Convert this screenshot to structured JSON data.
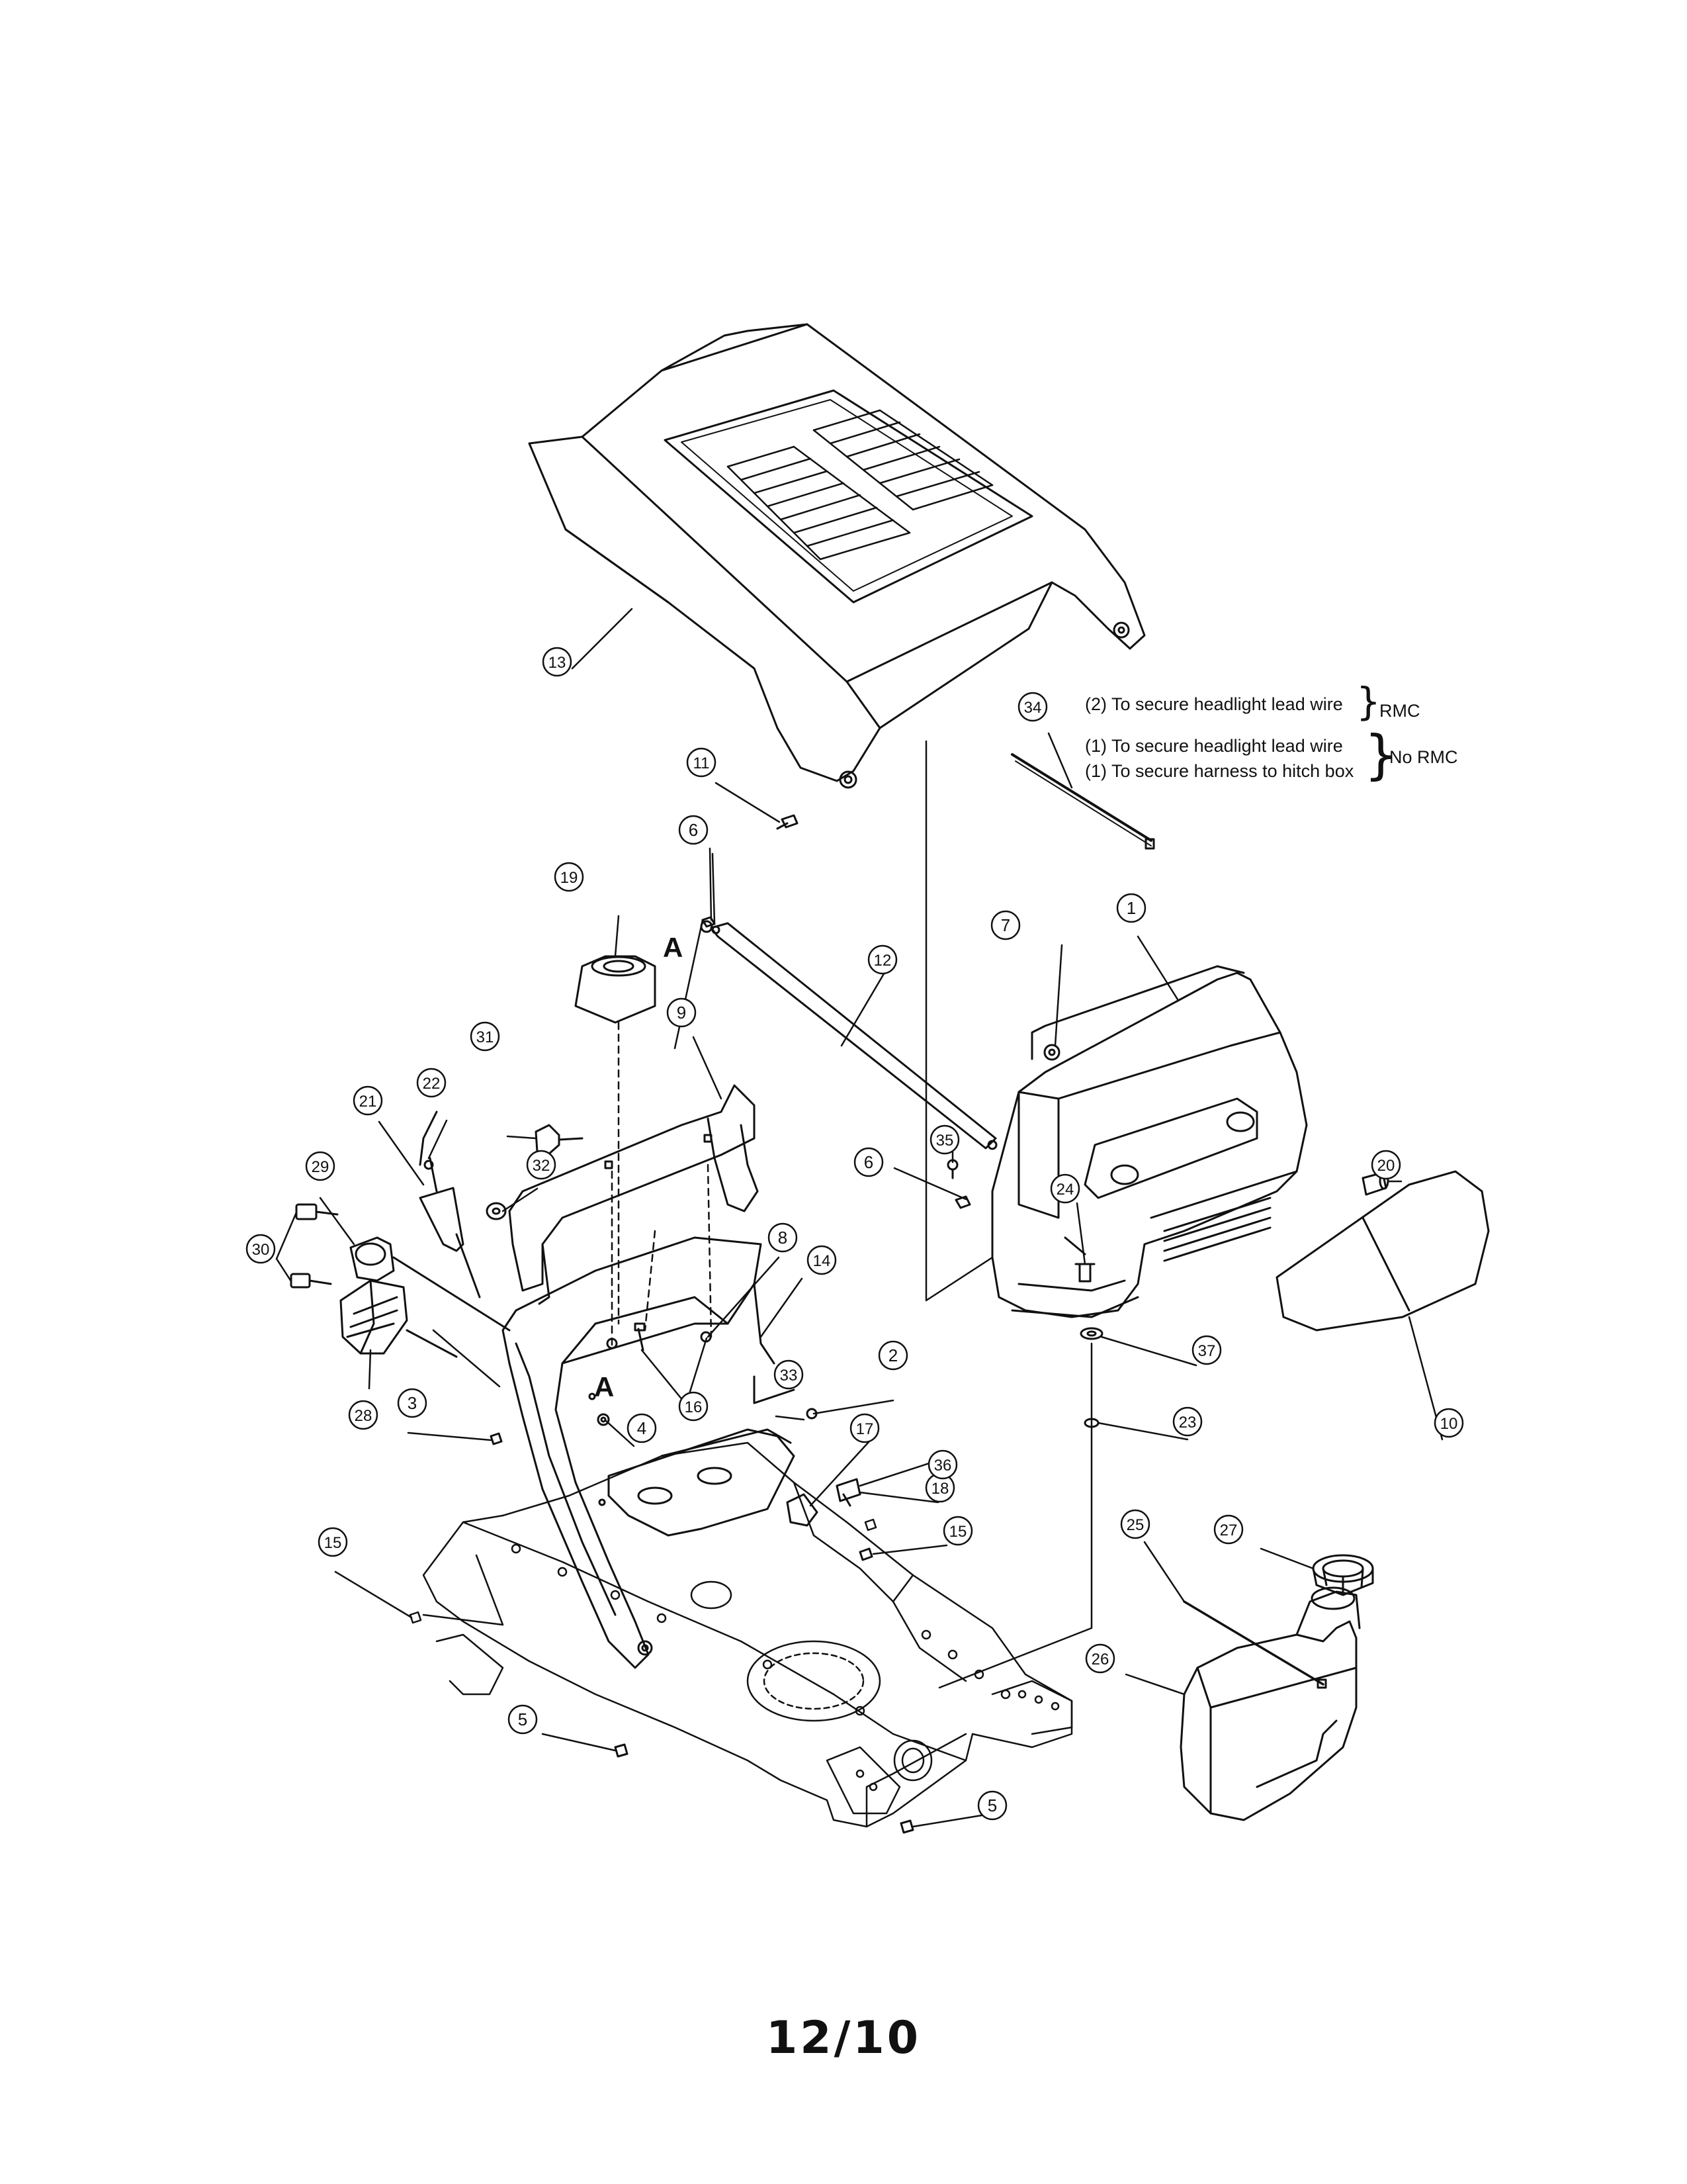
{
  "callouts": [
    {
      "label": "1"
    },
    {
      "label": "2"
    },
    {
      "label": "3"
    },
    {
      "label": "4"
    },
    {
      "label": "5"
    },
    {
      "label": "5"
    },
    {
      "label": "6"
    },
    {
      "label": "6"
    },
    {
      "label": "7"
    },
    {
      "label": "8"
    },
    {
      "label": "9"
    },
    {
      "label": "10"
    },
    {
      "label": "11"
    },
    {
      "label": "12"
    },
    {
      "label": "13"
    },
    {
      "label": "14"
    },
    {
      "label": "15"
    },
    {
      "label": "15"
    },
    {
      "label": "16"
    },
    {
      "label": "17"
    },
    {
      "label": "18"
    },
    {
      "label": "19"
    },
    {
      "label": "20"
    },
    {
      "label": "21"
    },
    {
      "label": "22"
    },
    {
      "label": "23"
    },
    {
      "label": "24"
    },
    {
      "label": "25"
    },
    {
      "label": "26"
    },
    {
      "label": "27"
    },
    {
      "label": "28"
    },
    {
      "label": "29"
    },
    {
      "label": "30"
    },
    {
      "label": "31"
    },
    {
      "label": "32"
    },
    {
      "label": "33"
    },
    {
      "label": "34"
    },
    {
      "label": "35"
    },
    {
      "label": "36"
    },
    {
      "label": "37"
    }
  ],
  "reference_marks": [
    "A",
    "A"
  ],
  "notes": {
    "rmc_line": "(2) To secure headlight lead wire",
    "rmc_tag": "RMC",
    "no_rmc_line_1": "(1) To secure headlight lead wire",
    "no_rmc_line_2": "(1) To secure harness to hitch box",
    "no_rmc_tag": "No RMC"
  },
  "footer": {
    "page_ref": "12/10"
  }
}
